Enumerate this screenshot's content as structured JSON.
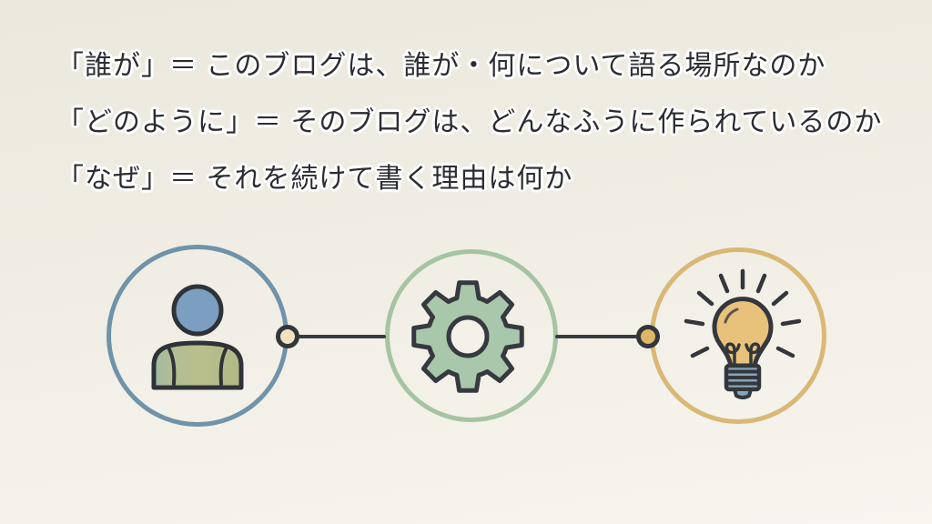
{
  "headline": {
    "lines": [
      "「誰が」＝ このブログは、誰が・何について語る場所なのか",
      "「どのように」＝ そのブログは、どんなふうに作られているのか",
      "「なぜ」＝ それを続けて書く理由は何か"
    ],
    "text_color": "#2b2d31",
    "halo_color": "#ffffff"
  },
  "flow": {
    "steps": [
      {
        "id": "who",
        "icon": "person-icon",
        "ring_color": "#6e93aa",
        "icon_colors": {
          "head": "#7b9ec1",
          "body": "#b7bd8c"
        }
      },
      {
        "id": "how",
        "icon": "gear-icon",
        "ring_color": "#a6c4a2",
        "icon_colors": {
          "gear": "#a9c7ab",
          "hole": "#f4f1e8"
        }
      },
      {
        "id": "why",
        "icon": "lightbulb-icon",
        "ring_color": "#d9b876",
        "icon_colors": {
          "bulb": "#e8c27b",
          "base": "#89a3ba"
        }
      }
    ],
    "connector_line_color": "#383c41",
    "outline_color": "#33373c",
    "nodes": [
      {
        "fill": "#f3e2bd"
      },
      {
        "fill": "#deb667"
      }
    ]
  },
  "background": {
    "top": "#ebe8dd",
    "bottom": "#f7f5ee"
  }
}
